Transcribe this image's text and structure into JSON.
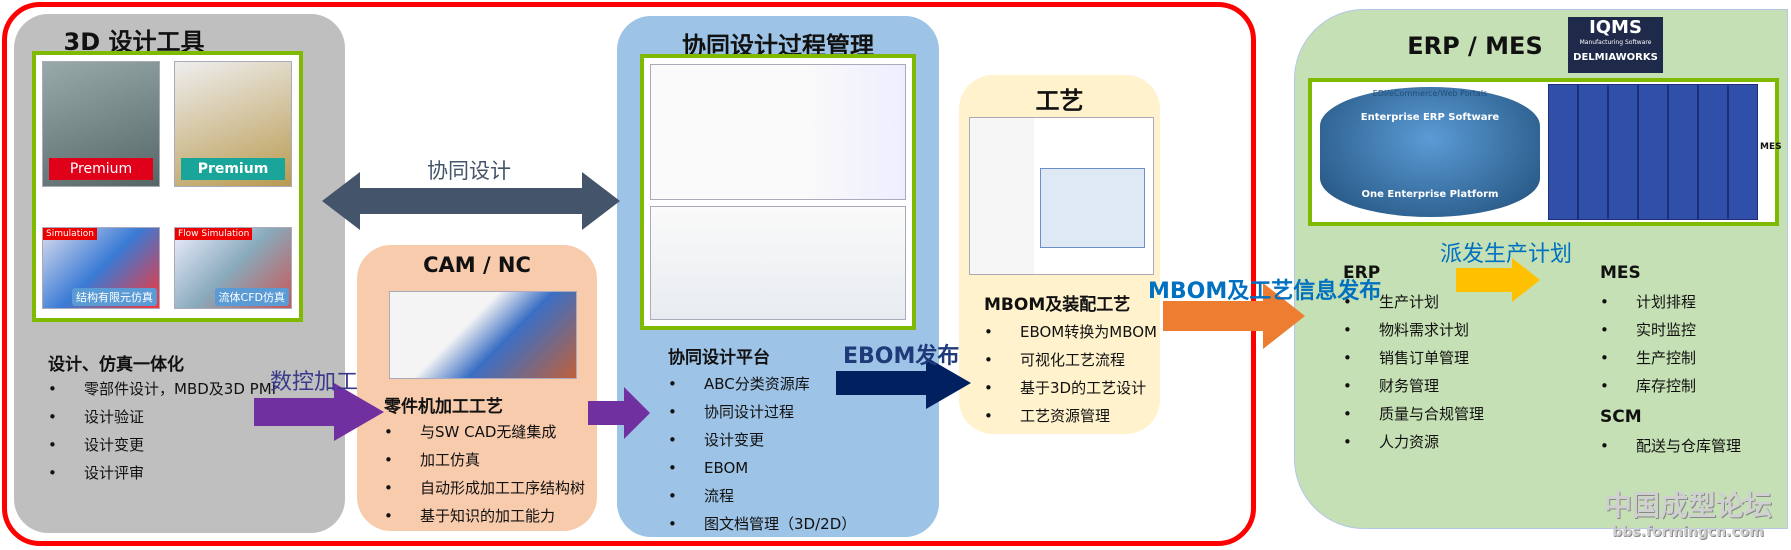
{
  "design_tools": {
    "title": "3D 设计工具",
    "images": [
      {
        "label": "Premium"
      },
      {
        "label": "Premium"
      },
      {
        "label": "结构有限元仿真",
        "tag": "Simulation"
      },
      {
        "label": "流体CFD仿真",
        "tag": "Flow Simulation"
      }
    ],
    "heading": "设计、仿真一体化",
    "items": [
      "零部件设计，MBD及3D PMI",
      "设计验证",
      "设计变更",
      "设计评审"
    ]
  },
  "collab": {
    "title": "协同设计过程管理",
    "heading": "协同设计平台",
    "items": [
      "ABC分类资源库",
      "协同设计过程",
      "设计变更",
      "EBOM",
      "流程",
      "图文档管理（3D/2D）"
    ]
  },
  "cam": {
    "title": "CAM / NC",
    "heading": "零件机加工工艺",
    "items": [
      "与SW CAD无缝集成",
      "加工仿真",
      "自动形成加工工序结构树",
      "基于知识的加工能力"
    ]
  },
  "process": {
    "title": "工艺",
    "heading": "MBOM及装配工艺",
    "items": [
      "EBOM转换为MBOM",
      "可视化工艺流程",
      "基于3D的工艺设计",
      "工艺资源管理"
    ]
  },
  "erp_mes": {
    "title": "ERP / MES",
    "logo": {
      "brand": "IQMS",
      "sub": "Manufacturing Software",
      "by": "DELMIAWORKS"
    },
    "platform": {
      "top": "EDI/eCommerce/Web Portals",
      "center": "Enterprise ERP Software",
      "bottom": "One Enterprise Platform"
    },
    "side_label": "MES",
    "erp_heading": "ERP",
    "erp_items": [
      "生产计划",
      "物料需求计划",
      "销售订单管理",
      "财务管理",
      "质量与合规管理",
      "人力资源"
    ],
    "mes_heading": "MES",
    "mes_items": [
      "计划排程",
      "实时监控",
      "生产控制",
      "库存控制"
    ],
    "scm_heading": "SCM",
    "scm_items": [
      "配送与仓库管理"
    ]
  },
  "arrows": {
    "collab_design": "协同设计",
    "nc": "数控加工",
    "ebom": "EBOM发布",
    "mbom": "MBOM及工艺信息发布",
    "dispatch": "派发生产计划"
  },
  "watermark": {
    "title": "中国成型论坛",
    "url": "bbs.formingcn.com"
  },
  "colors": {
    "red": "#ff0000",
    "gray": "#bfbfbf",
    "blue": "#9dc3e6",
    "salmon": "#f8cbad",
    "cream": "#fff2cc",
    "green": "#c5e0b4",
    "frame": "#7fba00",
    "purple": "#7030a0",
    "navy": "#002060",
    "orange": "#ed7d31",
    "yellow": "#ffc000"
  }
}
